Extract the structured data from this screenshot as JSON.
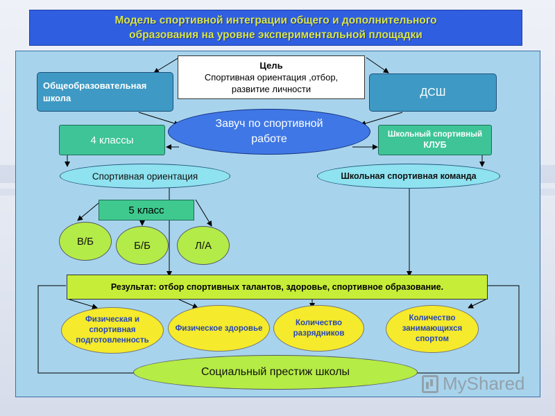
{
  "title": {
    "line1": "Модель спортивной интеграции общего и дополнительного",
    "line2": "образования на уровне экспериментальной площадки"
  },
  "goal": {
    "heading": "Цель",
    "line1": "Спортивная ориентация ,отбор,",
    "line2": "развитие личности"
  },
  "school": {
    "line1": "Общеобразовательная",
    "line2": "школа"
  },
  "dsh": "ДСШ",
  "zavuch": {
    "line1": "Завуч по спортивной",
    "line2": "работе"
  },
  "grade4": "4 классы",
  "club": {
    "line1": "Школьный спортивный",
    "line2": "КЛУБ"
  },
  "orientation": "Спортивная ориентация",
  "team": "Школьная спортивная команда",
  "grade5": "5 класс",
  "sports": [
    "В/Б",
    "Б/Б",
    "Л/А"
  ],
  "result": "Результат: отбор спортивных талантов, здоровье, спортивное образование.",
  "outcomes": [
    {
      "line1": "Физическая и",
      "line2": "спортивная",
      "line3": "подготовленность"
    },
    {
      "line1": "Физическое здоровье"
    },
    {
      "line1": "Количество",
      "line2": "разрядников"
    },
    {
      "line1": "Количество",
      "line2": "занимающихся",
      "line3": "спортом"
    }
  ],
  "prestige": "Социальный престиж школы",
  "watermark": "MyShared",
  "colors": {
    "title_bg": "#2f5fe0",
    "title_text": "#d6e64a",
    "panel_bg": "#a7d4ec",
    "teal": "#3e9ac4",
    "green": "#3ec497",
    "lime": "#c8ee3c",
    "cyan_ellipse": "#8fe2ef",
    "blue_ellipse": "#3f78e6",
    "yellow_ellipse": "#f5ea2b"
  }
}
